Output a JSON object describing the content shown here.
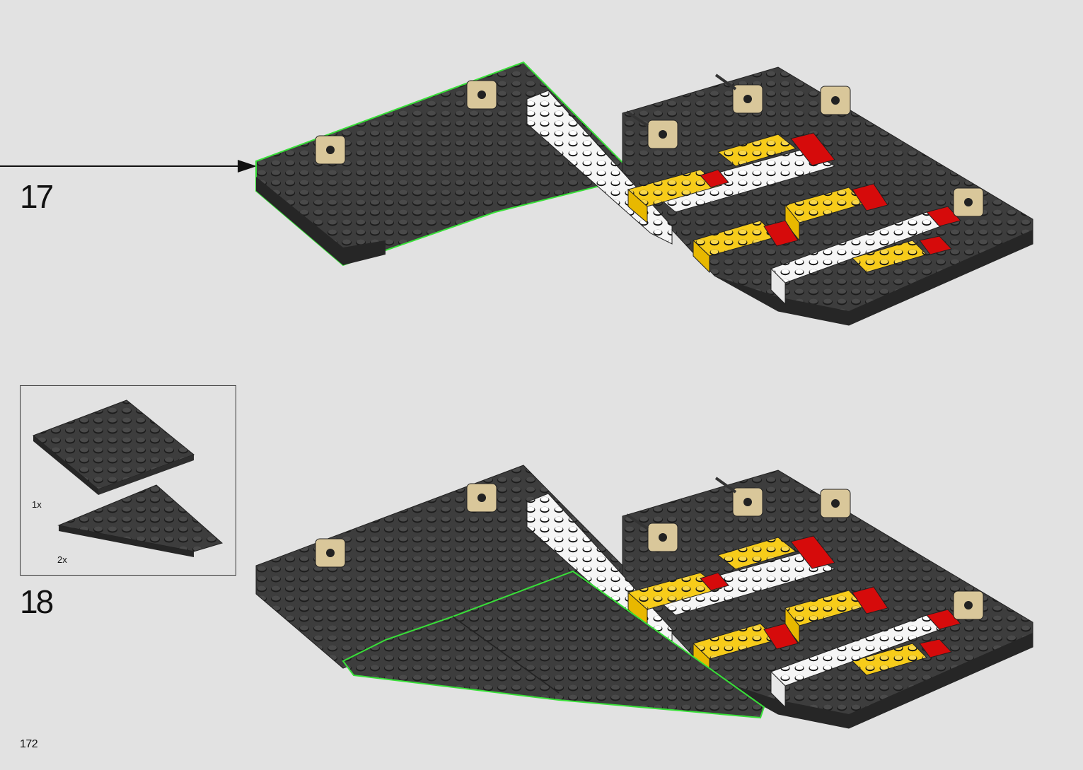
{
  "page": {
    "number": "172"
  },
  "steps": [
    {
      "number": "17"
    },
    {
      "number": "18"
    }
  ],
  "parts_list": {
    "items": [
      {
        "part": "black-plate-8x8",
        "quantity": "1x"
      },
      {
        "part": "black-wedge-plate",
        "quantity": "2x"
      }
    ]
  },
  "colors": {
    "background": "#e2e2e2",
    "brick_black": "#3a3a3a",
    "highlight_green": "#38e038",
    "tan": "#d9c79a",
    "yellow": "#f7cc1a",
    "red": "#d60b0b",
    "white": "#f4f4f4"
  }
}
